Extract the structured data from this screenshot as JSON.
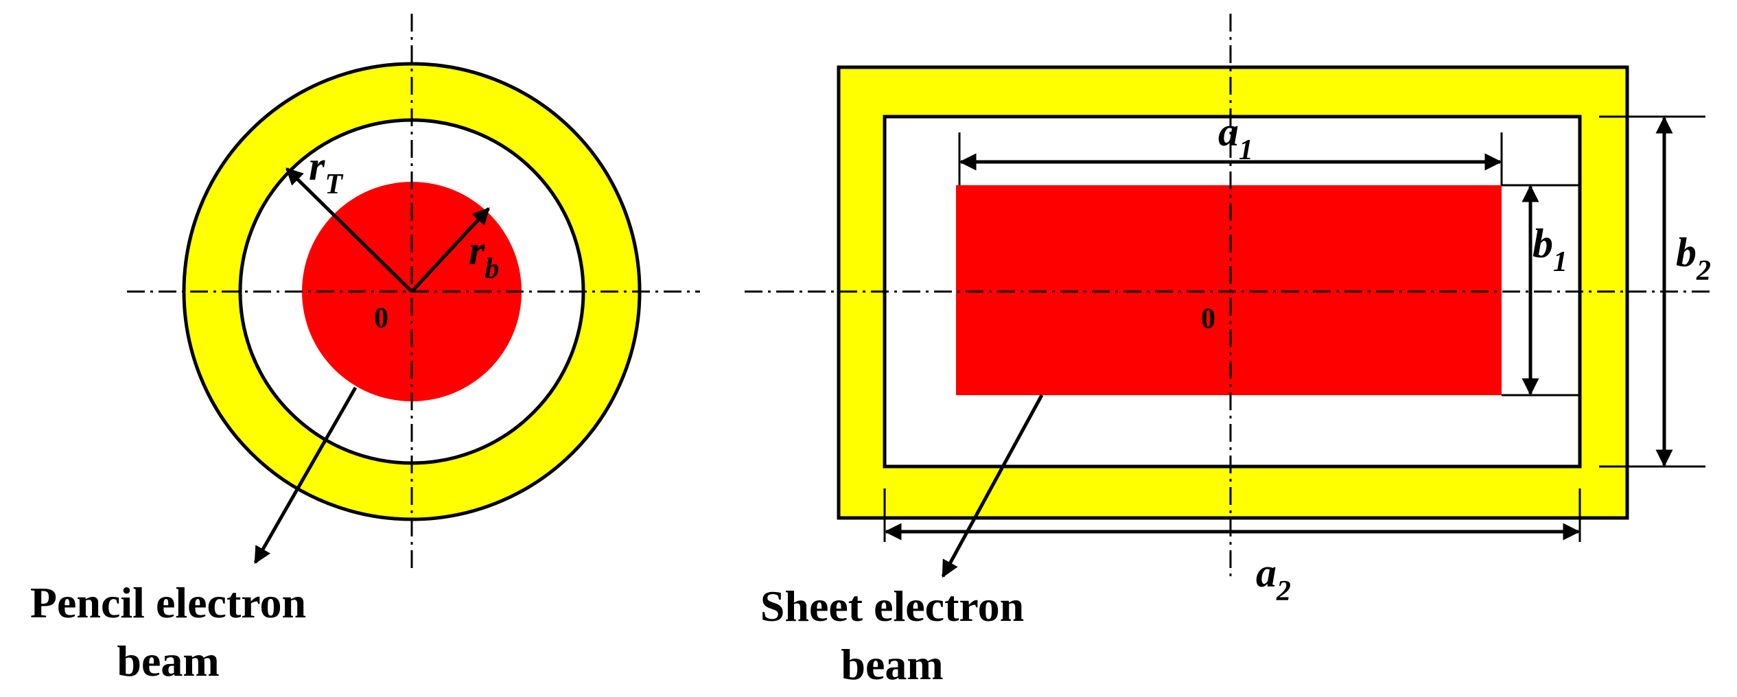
{
  "colors": {
    "tube": "#ffff00",
    "beam": "#ff0000",
    "interior": "#ffffff",
    "line": "#000000"
  },
  "pencil": {
    "origin_label": "0",
    "tunnel_radius": {
      "base": "r",
      "sub": "T"
    },
    "beam_radius": {
      "base": "r",
      "sub": "b"
    },
    "caption_line1": "Pencil electron",
    "caption_line2": "beam"
  },
  "sheet": {
    "origin_label": "0",
    "beam_width": {
      "base": "a",
      "sub": "1"
    },
    "beam_height": {
      "base": "b",
      "sub": "1"
    },
    "tunnel_width": {
      "base": "a",
      "sub": "2"
    },
    "tunnel_height": {
      "base": "b",
      "sub": "2"
    },
    "caption_line1": "Sheet electron",
    "caption_line2": "beam"
  }
}
